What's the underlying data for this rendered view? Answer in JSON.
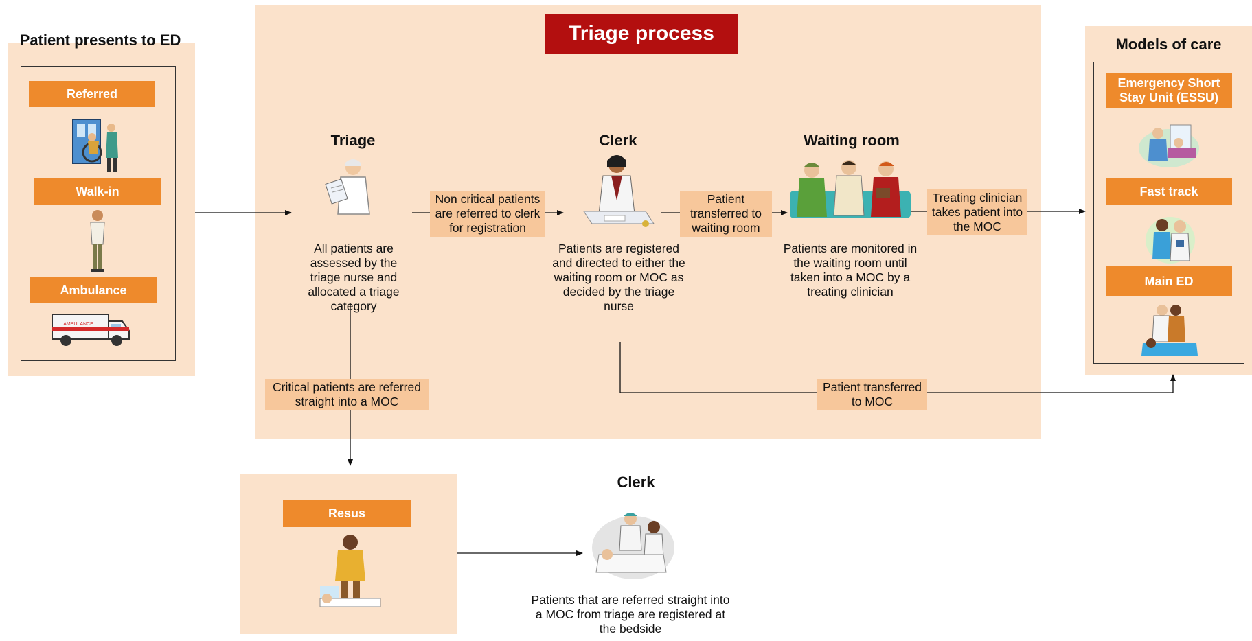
{
  "title": "Triage process",
  "presents": {
    "heading": "Patient presents to ED",
    "modes": [
      "Referred",
      "Walk-in",
      "Ambulance"
    ],
    "ambulance_text": "AMBULANCE"
  },
  "triage": {
    "heading": "Triage",
    "description": "All patients are assessed by the triage nurse and allocated a triage category"
  },
  "clerk": {
    "heading": "Clerk",
    "description": "Patients are registered and directed to either the waiting room or MOC as decided by the triage nurse"
  },
  "waiting": {
    "heading": "Waiting room",
    "description": "Patients are monitored in the waiting room until taken into a MOC by a treating clinician"
  },
  "notes": {
    "non_critical": "Non critical patients are referred to clerk for registration",
    "transferred_waiting": "Patient transferred to waiting room",
    "treating_clinician": "Treating clinician takes patient into the MOC",
    "transferred_moc": "Patient transferred to MOC",
    "critical": "Critical patients are referred straight into a MOC"
  },
  "models": {
    "heading": "Models of care",
    "items": [
      "Emergency Short Stay Unit (ESSU)",
      "Fast track",
      "Main ED"
    ]
  },
  "resus": {
    "label": "Resus"
  },
  "bedside_clerk": {
    "heading": "Clerk",
    "description": "Patients that are referred straight into a MOC from triage are registered at the bedside"
  },
  "colors": {
    "panel": "#fbe2cb",
    "label": "#ee8a2c",
    "note": "#f7c79b",
    "title_bg": "#b30f0f"
  }
}
